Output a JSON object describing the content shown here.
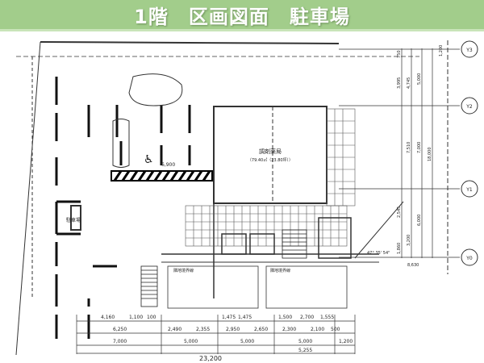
{
  "title": "1階　区画図面　駐車場",
  "plan": {
    "pharmacy_name": "調剤薬局",
    "pharmacy_area": "（79.40㎡（23.80坪））",
    "parking_label": "駐車場",
    "boundary_label": "隣地境界線",
    "grid_axes": [
      "Y3",
      "Y2",
      "Y1",
      "Y0"
    ],
    "angle": "47° 35' 54\"",
    "dims_bottom_row1": [
      "4,160",
      "1,100",
      "100",
      "1,475",
      "1,475",
      "1,500",
      "2,700",
      "1,555"
    ],
    "dims_bottom_row2": [
      "6,250",
      "2,490",
      "2,355",
      "2,950",
      "2,650",
      "2,300",
      "2,100",
      "500"
    ],
    "dims_bottom_row3": [
      "7,000",
      "5,000",
      "5,000",
      "5,000",
      "1,200"
    ],
    "dims_bottom_row4": [
      "5,255"
    ],
    "dims_total": "23,200",
    "dims_right": [
      "750",
      "3,995",
      "4,745",
      "5,000",
      "7,510",
      "7,000",
      "18,000",
      "2,545",
      "6,000",
      "3,200",
      "1,860",
      "8,630",
      "1,200"
    ],
    "dim_parking": "6,900"
  }
}
